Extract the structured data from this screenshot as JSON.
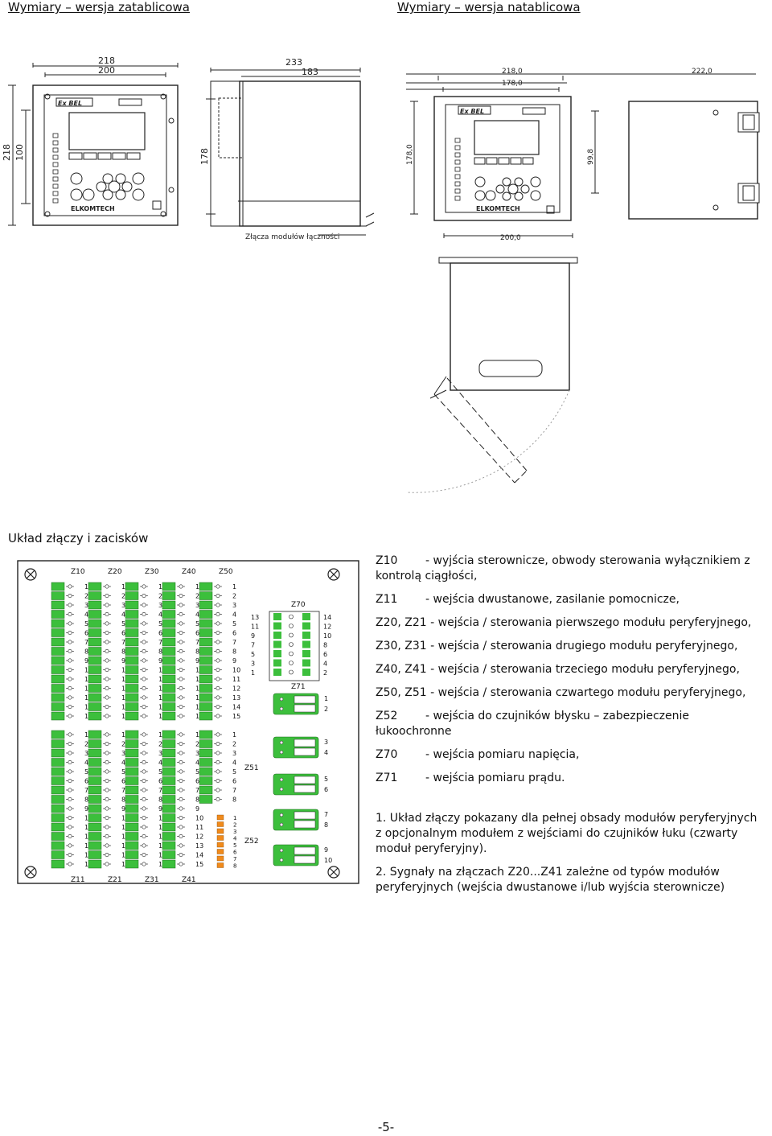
{
  "headers": {
    "left": "Wymiary – wersja zatablicowa",
    "right": "Wymiary – wersja natablicowa"
  },
  "dims_left": {
    "w_outer": "218",
    "w_inner": "200",
    "h_outer": "218",
    "h_inner": "100",
    "depth_outer": "233",
    "depth_inner": "183",
    "side_h": "178",
    "connector_note": "Złącza modułów łączności"
  },
  "dims_right": {
    "w_outer": "218,0",
    "w_inner": "178,0",
    "depth": "222,0",
    "h_outer": "178,0",
    "h_inner": "99,8",
    "top_w": "200,0"
  },
  "device": {
    "brand": "ELKOMTECH",
    "logo": "Ex BEL"
  },
  "section_title": "Układ złączy i zacisków",
  "connectors": {
    "top_labels": [
      "Z10",
      "Z20",
      "Z30",
      "Z40",
      "Z50"
    ],
    "bottom_labels": [
      "Z11",
      "Z21",
      "Z31",
      "Z41"
    ],
    "z51": "Z51",
    "z52": "Z52",
    "z70": "Z70",
    "z71": "Z71",
    "pins15": [
      "1",
      "2",
      "3",
      "4",
      "5",
      "6",
      "7",
      "8",
      "9",
      "10",
      "11",
      "12",
      "13",
      "14",
      "15"
    ],
    "pins8": [
      "1",
      "2",
      "3",
      "4",
      "5",
      "6",
      "7",
      "8"
    ],
    "z70_left": [
      "13",
      "11",
      "9",
      "7",
      "5",
      "3",
      "1"
    ],
    "z70_right": [
      "14",
      "12",
      "10",
      "8",
      "6",
      "4",
      "2"
    ],
    "z71_pairs": [
      [
        "1",
        "2"
      ],
      [
        "3",
        "4"
      ],
      [
        "5",
        "6"
      ],
      [
        "7",
        "8"
      ],
      [
        "9",
        "10"
      ]
    ]
  },
  "legend": [
    {
      "code": "Z10",
      "text": "- wyjścia sterownicze, obwody sterowania wyłącznikiem z kontrolą ciągłości,"
    },
    {
      "code": "Z11",
      "text": "- wejścia dwustanowe, zasilanie pomocnicze,"
    },
    {
      "code": "Z20, Z21",
      "text": "- wejścia / sterowania pierwszego modułu peryferyjnego,"
    },
    {
      "code": "Z30, Z31",
      "text": "- wejścia / sterowania drugiego modułu peryferyjnego,"
    },
    {
      "code": "Z40, Z41",
      "text": "- wejścia / sterowania trzeciego modułu peryferyjnego,"
    },
    {
      "code": "Z50, Z51",
      "text": "- wejścia / sterowania czwartego modułu peryferyjnego,"
    },
    {
      "code": "Z52",
      "text": "- wejścia do czujników błysku – zabezpieczenie łukoochronne"
    },
    {
      "code": "Z70",
      "text": "- wejścia pomiaru napięcia,"
    },
    {
      "code": "Z71",
      "text": "- wejścia pomiaru prądu."
    }
  ],
  "notes": [
    "1. Układ złączy pokazany dla pełnej obsady modułów peryferyjnych z opcjonalnym modułem z wejściami do czujników łuku (czwarty moduł peryferyjny).",
    "2. Sygnały na złączach Z20...Z41 zależne od typów modułów peryferyjnych (wejścia dwustanowe i/lub wyjścia sterownicze)"
  ],
  "page_number": "-5-",
  "colors": {
    "terminal_green": "#3cbf3c",
    "terminal_orange": "#f08a1c",
    "line": "#222222"
  }
}
